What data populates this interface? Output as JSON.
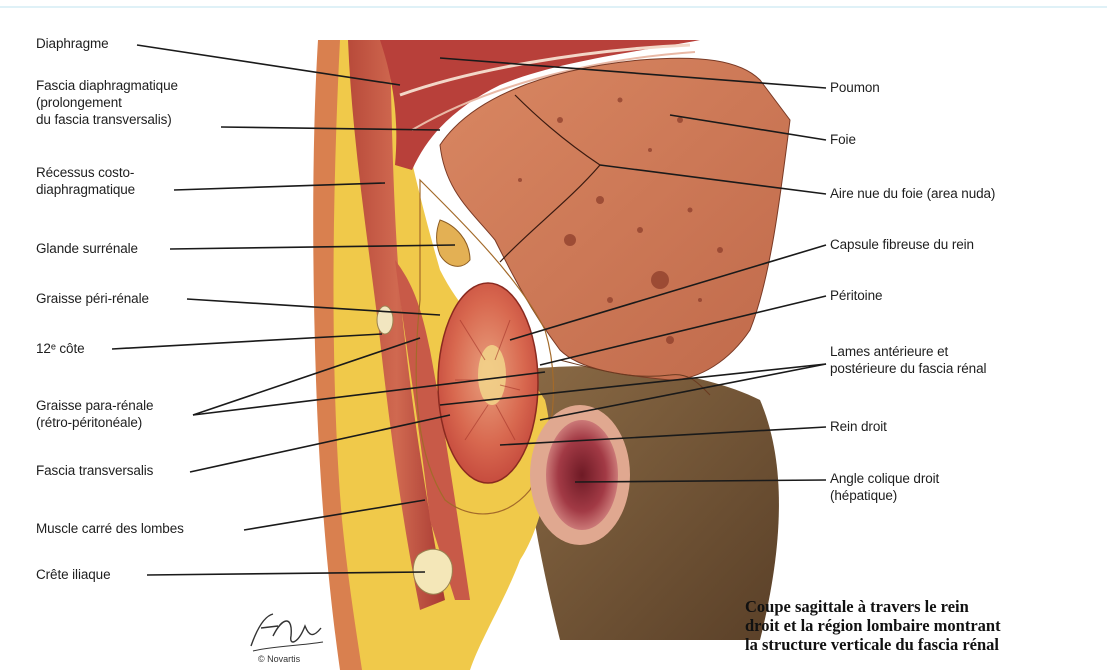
{
  "labels": {
    "diaphragme": "Diaphragme",
    "fascia_diaphragmatique": "Fascia diaphragmatique\n(prolongement\ndu fascia transversalis)",
    "recessus": "Récessus costo-\ndiaphragmatique",
    "glande_surrenale": "Glande surrénale",
    "graisse_peri_renale": "Graisse péri-rénale",
    "cote_12": "12ᵉ côte",
    "graisse_para_renale": "Graisse para-rénale\n(rétro-péritonéale)",
    "fascia_transversalis": "Fascia transversalis",
    "muscle_carre": "Muscle carré des lombes",
    "crete_iliaque": "Crête iliaque",
    "poumon": "Poumon",
    "foie": "Foie",
    "aire_nue": "Aire nue du foie (area nuda)",
    "capsule_fibreuse": "Capsule fibreuse du rein",
    "peritoine": "Péritoine",
    "lames": "Lames antérieure et\npostérieure du fascia rénal",
    "rein_droit": "Rein droit",
    "angle_colique": "Angle colique droit\n(hépatique)"
  },
  "caption": "Coupe sagittale à travers le rein\ndroit et la région lombaire montrant\nla structure verticale du fascia rénal",
  "signature": "© Novartis",
  "colors": {
    "liver": "#c9704f",
    "kidney": "#d4553f",
    "fat": "#f0c94a",
    "muscle": "#b8403a",
    "colon": "#8f2a35",
    "dark_area": "#7a5a3a",
    "leader_line": "#1a1a1a"
  }
}
